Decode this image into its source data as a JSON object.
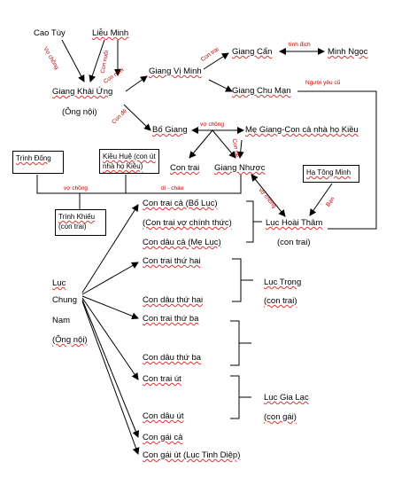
{
  "people": {
    "cao_tuy": "Cao Tùy",
    "lieu_minh": "Liễu Minh",
    "giang_khai_ung": "Giang Khải Ứng",
    "ong_noi_1": "(Ông nội)",
    "giang_vi_minh": "Giang Vị Minh",
    "giang_can": "Giang Cẩn",
    "minh_ngoc": "Minh Ngọc",
    "giang_chu_man": "Giang Chu Mạn",
    "bo_giang": "Bố Giang",
    "me_giang": "Mẹ Giang-Con cả nhà họ Kiều",
    "con_trai": "Con trai",
    "giang_nhuoc": "Giang Nhược",
    "trinh_dong": "Trình Đống",
    "kieu_hue": "Kiều Huệ (con út nhà họ Kiều)",
    "trinh_khieu": "Trình Khiếu",
    "trinh_khieu_sub": "(con trai)",
    "ha_tong_minh": "Hạ Tông Minh",
    "luc_hoai_tham": "Lục Hoài Thâm",
    "luc_hoai_tham_sub": "(con trai)",
    "luc": "Lục",
    "chung": "Chung",
    "nam": "Nam",
    "ong_noi_2": "(Ông nội)",
    "con_trai_ca": "Con trai cả (Bố Lục)",
    "con_trai_vo_chinh": "(Con trai vợ chính thức)",
    "con_dau_ca": "Con dâu cả (Mẹ Lục)",
    "con_trai_thu_hai": "Con trai thứ hai",
    "con_dau_thu_hai": "Con dâu thứ hai",
    "luc_trong": "Lục Trọng",
    "luc_trong_sub": "(con trai)",
    "con_trai_thu_ba": "Con trai thứ ba",
    "con_dau_thu_ba": "Con dâu thứ ba",
    "con_trai_ut": "Con trai út",
    "con_dau_ut": "Con dâu út",
    "luc_gia_lac": "Lục Gia Lạc",
    "luc_gia_lac_sub": "(con gái)",
    "con_gai_ca": "Con gái cả",
    "con_gai_ut": "Con gái út (Lục Tinh Diệp)"
  },
  "edge_labels": {
    "vo_chong_top": "Vợ chồng",
    "con_nuoi": "Con nuôi",
    "con_trai": "Con trai",
    "tinh_dich": "tình địch",
    "con_de": "Con đẻ",
    "nguoi_yeu_cu": "Người yêu cũ",
    "vo_chong_mid": "vợ chồng",
    "con_de_2": "Con đẻ",
    "vo_chong_left": "vợ chồng",
    "di_chau": "dì - cháu",
    "vo_chong_right": "vợ chồng",
    "ban": "Bạn"
  }
}
